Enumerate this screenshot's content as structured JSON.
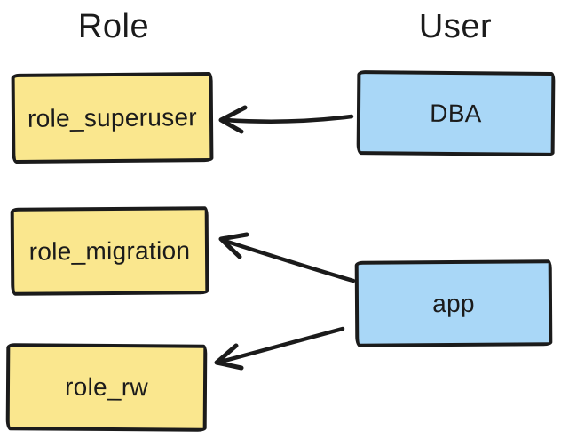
{
  "diagram": {
    "headers": {
      "roles": "Role",
      "users": "User"
    },
    "roles": [
      {
        "label": "role_superuser"
      },
      {
        "label": "role_migration"
      },
      {
        "label": "role_rw"
      }
    ],
    "users": [
      {
        "label": "DBA"
      },
      {
        "label": "app"
      }
    ],
    "edges": [
      {
        "from": "DBA",
        "to": "role_superuser"
      },
      {
        "from": "app",
        "to": "role_migration"
      },
      {
        "from": "app",
        "to": "role_rw"
      }
    ],
    "colors": {
      "role_fill": "#fae78e",
      "user_fill": "#a9d7f7",
      "stroke": "#1b1b1b",
      "background": "#ffffff"
    }
  }
}
